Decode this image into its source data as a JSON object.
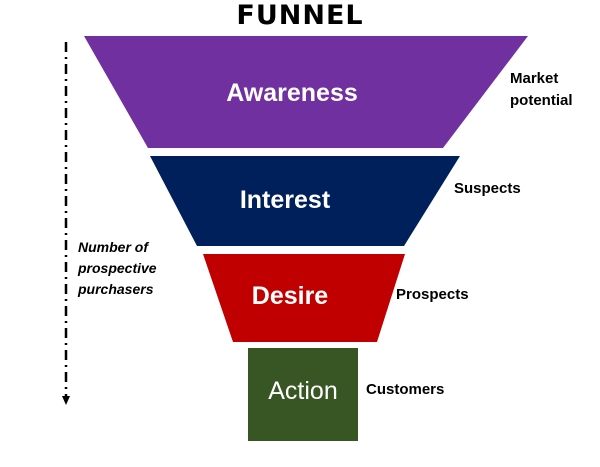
{
  "title": "FUNNEL",
  "stages": [
    {
      "name": "Awareness",
      "side_label": "Market potential",
      "color": "#7030a0"
    },
    {
      "name": "Interest",
      "side_label": "Suspects",
      "color": "#00205c"
    },
    {
      "name": "Desire",
      "side_label": "Prospects",
      "color": "#c00000"
    },
    {
      "name": "Action",
      "side_label": "Customers",
      "color": "#375623"
    }
  ],
  "axis_label": "Number of prospective purchasers",
  "arrow_direction": "down"
}
